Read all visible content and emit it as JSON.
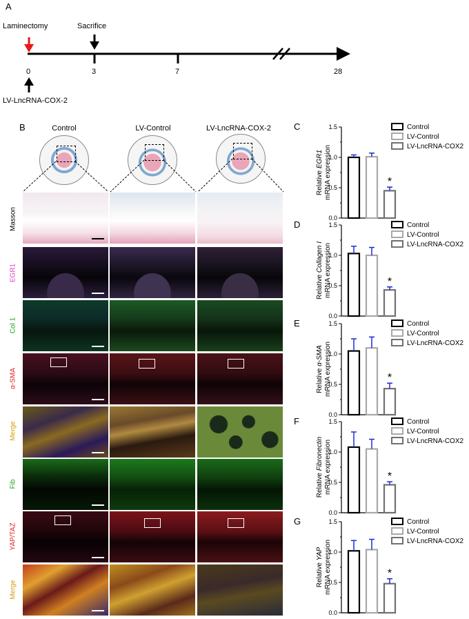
{
  "panelA": {
    "letter": "A",
    "laminectomy": "Laminectomy",
    "sacrifice": "Sacrifice",
    "lv_label": "LV-LncRNA-COX-2",
    "ticks": [
      "0",
      "3",
      "7",
      "28"
    ]
  },
  "panelB": {
    "letter": "B",
    "groups": [
      "Control",
      "LV-Control",
      "LV-LncRNA-COX-2"
    ],
    "rows": [
      {
        "label": "Masson",
        "color": "#000000"
      },
      {
        "label": "EGR1",
        "color": "#e040c8"
      },
      {
        "label": "Col 1",
        "color": "#1aa31a"
      },
      {
        "label": "α-SMA",
        "color": "#e02020"
      },
      {
        "label": "Merge",
        "color": "#d4a010"
      },
      {
        "label": "Fib",
        "color": "#1aa31a"
      },
      {
        "label": "YAP/TAZ",
        "color": "#e02020"
      },
      {
        "label": "Merge",
        "color": "#d4a010"
      }
    ]
  },
  "legend": [
    "Control",
    "LV-Control",
    "LV-LncRNA-COX2"
  ],
  "chart_data": [
    {
      "type": "bar",
      "panel": "C",
      "gene": "EGR1",
      "ylabel_pre": "Relative ",
      "ylabel_gene": "EGR1",
      "ylabel2": "mRNA expression",
      "categories": [
        "Control",
        "LV-Control",
        "LV-LncRNA-COX2"
      ],
      "values": [
        1.0,
        1.01,
        0.45
      ],
      "errors": [
        0.04,
        0.06,
        0.06
      ],
      "ylim": [
        0,
        1.5
      ],
      "yticks": [
        "0.0",
        "0.5",
        "1.0",
        "1.5"
      ],
      "sig": "*"
    },
    {
      "type": "bar",
      "panel": "D",
      "gene": "Collagen I",
      "ylabel_pre": "Relative ",
      "ylabel_gene": "Collagen I",
      "ylabel2": "mRNA expression",
      "categories": [
        "Control",
        "LV-Control",
        "LV-LncRNA-COX2"
      ],
      "values": [
        1.03,
        1.0,
        0.43
      ],
      "errors": [
        0.12,
        0.13,
        0.05
      ],
      "ylim": [
        0,
        1.5
      ],
      "yticks": [
        "0.0",
        "0.5",
        "1.0",
        "1.5"
      ],
      "sig": "*"
    },
    {
      "type": "bar",
      "panel": "E",
      "gene": "α-SMA",
      "ylabel_pre": "Relative ",
      "ylabel_gene": "α-SMA",
      "ylabel2": "mRNA expression",
      "categories": [
        "Control",
        "LV-Control",
        "LV-LncRNA-COX2"
      ],
      "values": [
        1.05,
        1.1,
        0.43
      ],
      "errors": [
        0.2,
        0.18,
        0.09
      ],
      "ylim": [
        0,
        1.5
      ],
      "yticks": [
        "0.0",
        "0.5",
        "1.0",
        "1.5"
      ],
      "sig": "*"
    },
    {
      "type": "bar",
      "panel": "F",
      "gene": "Fibronectin",
      "ylabel_pre": "Relative ",
      "ylabel_gene": "Fibronectin",
      "ylabel2": "mRNA expression",
      "categories": [
        "Control",
        "LV-Control",
        "LV-LncRNA-COX2"
      ],
      "values": [
        1.08,
        1.05,
        0.46
      ],
      "errors": [
        0.25,
        0.16,
        0.05
      ],
      "ylim": [
        0,
        1.5
      ],
      "yticks": [
        "0.0",
        "0.5",
        "1.0",
        "1.5"
      ],
      "sig": "*"
    },
    {
      "type": "bar",
      "panel": "G",
      "gene": "YAP",
      "ylabel_pre": "Relative ",
      "ylabel_gene": "YAP",
      "ylabel2": "mRNA expression",
      "categories": [
        "Control",
        "LV-Control",
        "LV-LncRNA-COX2"
      ],
      "values": [
        1.02,
        1.04,
        0.48
      ],
      "errors": [
        0.17,
        0.17,
        0.08
      ],
      "ylim": [
        0,
        1.5
      ],
      "yticks": [
        "0.0",
        "0.5",
        "1.0",
        "1.5"
      ],
      "sig": "*"
    }
  ],
  "colors": {
    "bar1": "#000000",
    "bar2": "#a8a8a8",
    "bar3": "#707070",
    "errorbar": "#1a2adb",
    "timeline_red": "#e81818"
  }
}
